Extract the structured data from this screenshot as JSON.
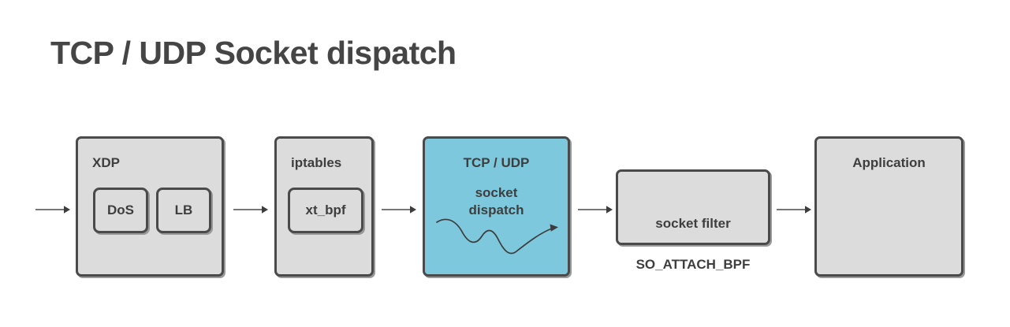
{
  "title": "TCP / UDP Socket dispatch",
  "colors": {
    "background": "#ffffff",
    "box_fill": "#dcdcdc",
    "highlight_fill": "#7ec8dd",
    "stroke": "#4a4a4a",
    "text": "#3e3e3e",
    "title_text": "#454545"
  },
  "nodes": {
    "xdp": {
      "label": "XDP",
      "children": [
        {
          "label": "DoS"
        },
        {
          "label": "LB"
        }
      ]
    },
    "iptables": {
      "label": "iptables",
      "children": [
        {
          "label": "xt_bpf"
        }
      ]
    },
    "tcp_udp": {
      "label": "TCP / UDP",
      "body": "socket\ndispatch",
      "highlight": true,
      "decoration": "squiggly-arrow"
    },
    "socket_filter": {
      "line1": "socket filter",
      "line2": "SO_ATTACH_BPF"
    },
    "application": {
      "label": "Application"
    }
  },
  "arrows": [
    {
      "name": "arrow-ingress-to-xdp"
    },
    {
      "name": "arrow-xdp-to-iptables"
    },
    {
      "name": "arrow-iptables-to-tcp-udp"
    },
    {
      "name": "arrow-tcp-udp-to-socket-filter"
    },
    {
      "name": "arrow-socket-filter-to-application"
    }
  ]
}
